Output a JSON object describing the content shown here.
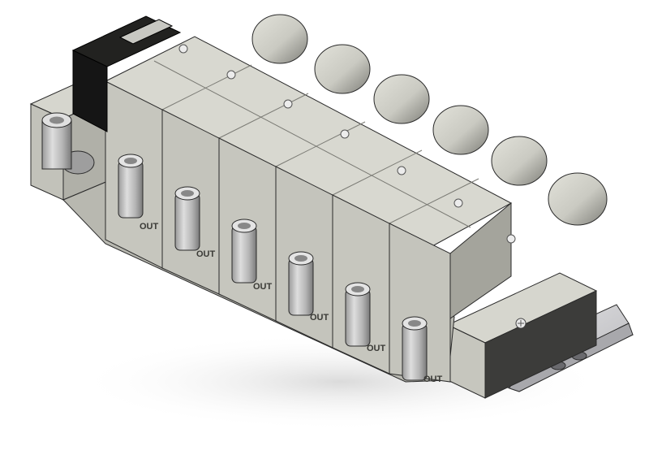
{
  "render": {
    "subject": "6-station pneumatic regulator manifold on DIN rail",
    "station_count": 6,
    "station_label": "OUT",
    "colors": {
      "body_top": "#d8d8d0",
      "body_front": "#c4c4bc",
      "body_side": "#a8a8a0",
      "body_dark": "#3a3a38",
      "knob": "#cfcfc7",
      "knob_shade": "#8c8c86",
      "fitting": "#c8c8c8",
      "gauge_black": "#161616",
      "gauge_window": "#c8c8c2",
      "rail": "#d0d0d2",
      "edge": "#2a2a2a"
    }
  },
  "stations": [
    {
      "label": "OUT"
    },
    {
      "label": "OUT"
    },
    {
      "label": "OUT"
    },
    {
      "label": "OUT"
    },
    {
      "label": "OUT"
    },
    {
      "label": "OUT"
    }
  ]
}
